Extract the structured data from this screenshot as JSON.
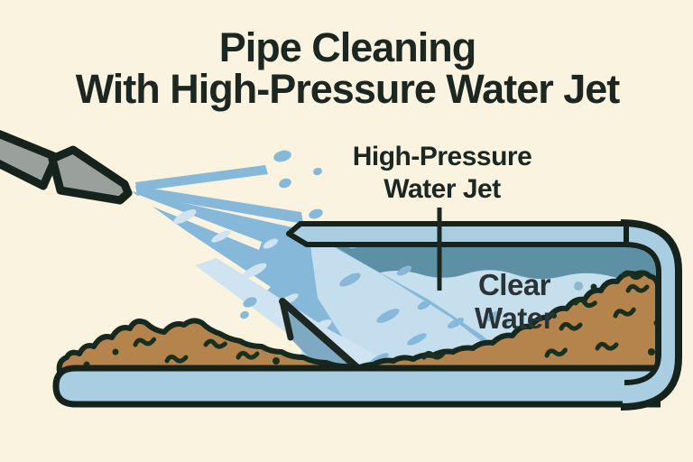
{
  "title": {
    "line1": "Pipe Cleaning",
    "line2": "With High-Pressure Water Jet"
  },
  "annotations": {
    "jet_label_line1": "High-Pressure",
    "jet_label_line2": "Water Jet",
    "water_label_line1": "Clear",
    "water_label_line2": "Water"
  },
  "colors": {
    "background": "#faf3e0",
    "ink": "#1d2721",
    "outline_dark": "#17281e",
    "pipe_wall": "#a9cee1",
    "dark_water": "#5d90a4",
    "clear_water": "#c6dfec",
    "spray": "#86b8da",
    "spray_highlight": "#cfe4f0",
    "jet_shadow": "#7fa8c2",
    "sediment": "#b5834c",
    "sediment_speckle": "#17301f",
    "nozzle_gray": "#9aa09c"
  },
  "diagram": {
    "type": "illustration",
    "subject": "Cross-section of a clogged pipe being cleaned by a high-pressure water jet",
    "elements": [
      "nozzle",
      "water spray",
      "pipe cutaway",
      "dark water layer",
      "clear water",
      "sediment deposits"
    ]
  }
}
